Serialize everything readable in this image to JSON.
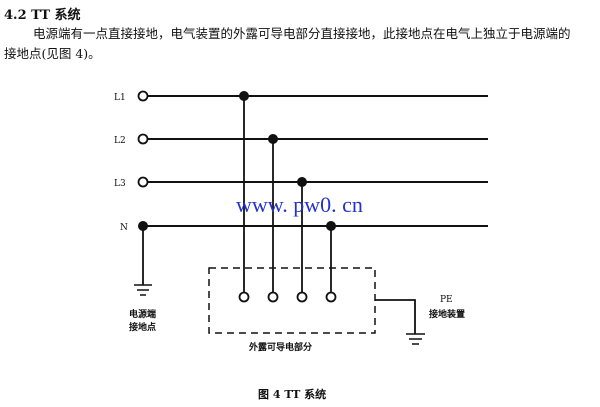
{
  "heading": "4.2  TT 系统",
  "paragraph_line1": "电源端有一点直接接地，电气装置的外露可导电部分直接接地，此接地点在电气上独立于电源端的",
  "paragraph_line2": "接地点(见图 4)。",
  "diagram": {
    "lines": [
      "L1",
      "L2",
      "L3",
      "N"
    ],
    "source_ground_label_1": "电源端",
    "source_ground_label_2": "接地点",
    "exposed_parts_label": "外露可导电部分",
    "pe_label": "PE",
    "earthing_device_label": "接地装置"
  },
  "watermark": "www. pw0. cn",
  "caption": "图 4   TT 系统"
}
